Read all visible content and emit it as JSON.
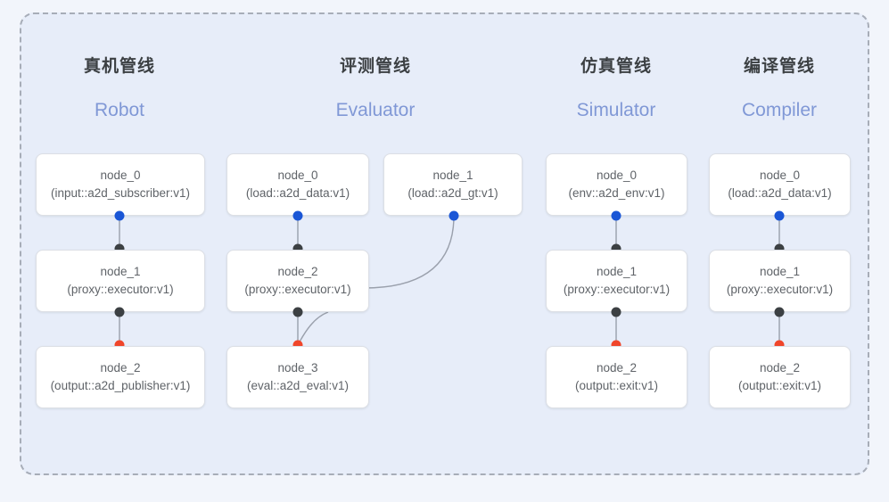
{
  "diagram": {
    "title_visible": false,
    "background_color": "#F2F5FB",
    "panel_color": "#E7EDF9",
    "panel_border_color": "#A7ADB8",
    "node_border_color": "#DCDFE5",
    "edge_color": "#9AA0AC",
    "colors": {
      "port_input": "#1A56D6",
      "port_middle": "#3C4043",
      "port_output": "#F0462B",
      "column_title": "#3C4043",
      "column_subtitle": "#8098D6",
      "node_text": "#5F6368"
    }
  },
  "columns": [
    {
      "title": "真机管线",
      "subtitle": "Robot"
    },
    {
      "title": "评测管线",
      "subtitle": "Evaluator"
    },
    {
      "title": "仿真管线",
      "subtitle": "Simulator"
    },
    {
      "title": "编译管线",
      "subtitle": "Compiler"
    }
  ],
  "nodes": [
    {
      "id": "r0",
      "column": 0,
      "name": "node_0",
      "type": "(input::a2d_subscriber:v1)"
    },
    {
      "id": "r1",
      "column": 0,
      "name": "node_1",
      "type": "(proxy::executor:v1)"
    },
    {
      "id": "r2",
      "column": 0,
      "name": "node_2",
      "type": "(output::a2d_publisher:v1)"
    },
    {
      "id": "e0",
      "column": 1,
      "name": "node_0",
      "type": "(load::a2d_data:v1)"
    },
    {
      "id": "e1",
      "column": 1,
      "name": "node_1",
      "type": "(load::a2d_gt:v1)"
    },
    {
      "id": "e2",
      "column": 1,
      "name": "node_2",
      "type": "(proxy::executor:v1)"
    },
    {
      "id": "e3",
      "column": 1,
      "name": "node_3",
      "type": "(eval::a2d_eval:v1)"
    },
    {
      "id": "s0",
      "column": 2,
      "name": "node_0",
      "type": "(env::a2d_env:v1)"
    },
    {
      "id": "s1",
      "column": 2,
      "name": "node_1",
      "type": "(proxy::executor:v1)"
    },
    {
      "id": "s2",
      "column": 2,
      "name": "node_2",
      "type": "(output::exit:v1)"
    },
    {
      "id": "c0",
      "column": 3,
      "name": "node_0",
      "type": "(load::a2d_data:v1)"
    },
    {
      "id": "c1",
      "column": 3,
      "name": "node_1",
      "type": "(proxy::executor:v1)"
    },
    {
      "id": "c2",
      "column": 3,
      "name": "node_2",
      "type": "(output::exit:v1)"
    }
  ],
  "edges": [
    {
      "from": "r0",
      "to": "r1",
      "style": "straight"
    },
    {
      "from": "r1",
      "to": "r2",
      "style": "straight"
    },
    {
      "from": "e0",
      "to": "e2",
      "style": "straight"
    },
    {
      "from": "e2",
      "to": "e3",
      "style": "straight"
    },
    {
      "from": "e1",
      "to": "e2",
      "style": "curved"
    },
    {
      "from": "e2",
      "to": "e3",
      "style": "curved"
    },
    {
      "from": "s0",
      "to": "s1",
      "style": "straight"
    },
    {
      "from": "s1",
      "to": "s2",
      "style": "straight"
    },
    {
      "from": "c0",
      "to": "c1",
      "style": "straight"
    },
    {
      "from": "c1",
      "to": "c2",
      "style": "straight"
    }
  ]
}
